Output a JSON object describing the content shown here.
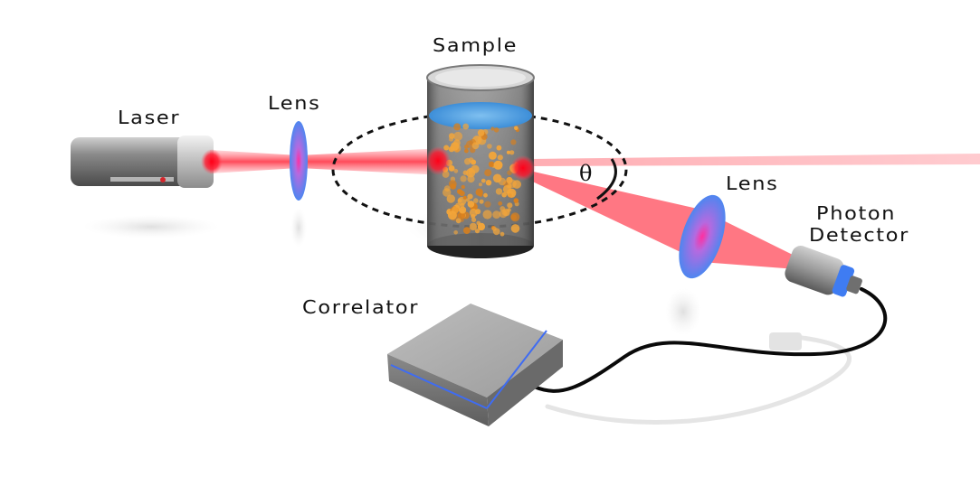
{
  "labels": {
    "laser": "Laser",
    "lens_left": "Lens",
    "sample": "Sample",
    "lens_right": "Lens",
    "photon_detector_line1": "Photon",
    "photon_detector_line2": "Detector",
    "correlator": "Correlator",
    "angle": "θ"
  },
  "colors": {
    "beam": "#ff3b4a",
    "beam_core": "#ff0018",
    "lens": "#5b8cf0",
    "lens_hot": "#ff2fa0",
    "liquid": "#5aa7e8",
    "particles": "#f2a53a",
    "housing": "#8f8f8f",
    "detector_window": "#3f7cf2",
    "correlator_stripe": "#3f6cf2",
    "cable": "#0a0a0a"
  }
}
